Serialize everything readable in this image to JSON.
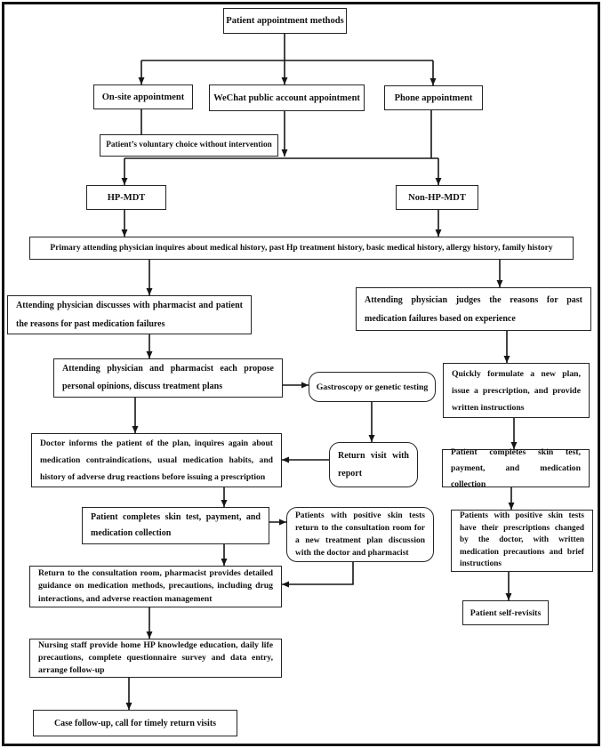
{
  "diagram": {
    "type": "flowchart",
    "colors": {
      "line": "#161616",
      "box_border": "#252525",
      "text": "#111111",
      "background": "#ffffff"
    },
    "nodes": {
      "appointment_methods": {
        "label": "Patient appointment methods"
      },
      "onsite": {
        "label": "On-site appointment"
      },
      "wechat": {
        "label": "WeChat public account appointment"
      },
      "phone": {
        "label": "Phone appointment"
      },
      "voluntary_choice": {
        "label": "Patient’s voluntary choice without intervention"
      },
      "hp_mdt": {
        "label": "HP-MDT"
      },
      "non_hp_mdt": {
        "label": "Non-HP-MDT"
      },
      "primary_inquiry": {
        "label": "Primary attending physician inquires about medical history, past Hp treatment history, basic medical history, allergy history, family history"
      },
      "discuss_failures": {
        "label": "Attending physician discusses with pharmacist and patient the reasons for past medication failures"
      },
      "judge_failures": {
        "label": "Attending physician judges the reasons for past medication failures based on experience"
      },
      "propose_opinions": {
        "label": "Attending physician and pharmacist each propose personal opinions, discuss treatment plans"
      },
      "gastroscopy": {
        "label": "Gastroscopy or genetic testing"
      },
      "quick_plan": {
        "label": "Quickly formulate a new plan, issue a prescription, and provide written instructions"
      },
      "doctor_informs": {
        "label": "Doctor informs the patient of the plan, inquires again about medication contraindications, usual medication habits, and history of adverse drug reactions before issuing a prescription"
      },
      "return_visit": {
        "label": "Return visit with report"
      },
      "skin_test_right": {
        "label": "Patient completes skin test, payment, and medication collection"
      },
      "skin_test_left": {
        "label": "Patient completes skin test, payment, and medication collection"
      },
      "positive_return": {
        "label": "Patients with positive skin tests return to the consultation room for a new treatment plan discussion with the doctor and pharmacist"
      },
      "positive_changed": {
        "label": "Patients with positive skin tests have their prescriptions changed by the doctor, with written medication precautions and brief instructions"
      },
      "pharmacist_guidance": {
        "label": "Return to the consultation room, pharmacist provides detailed guidance on medication methods, precautions, including drug interactions, and adverse reaction management"
      },
      "self_revisits": {
        "label": "Patient self-revisits"
      },
      "nursing_education": {
        "label": "Nursing staff provide home HP knowledge education, daily life precautions, complete questionnaire survey and data entry, arrange follow-up"
      },
      "case_followup": {
        "label": "Case follow-up, call for timely return visits"
      }
    }
  }
}
